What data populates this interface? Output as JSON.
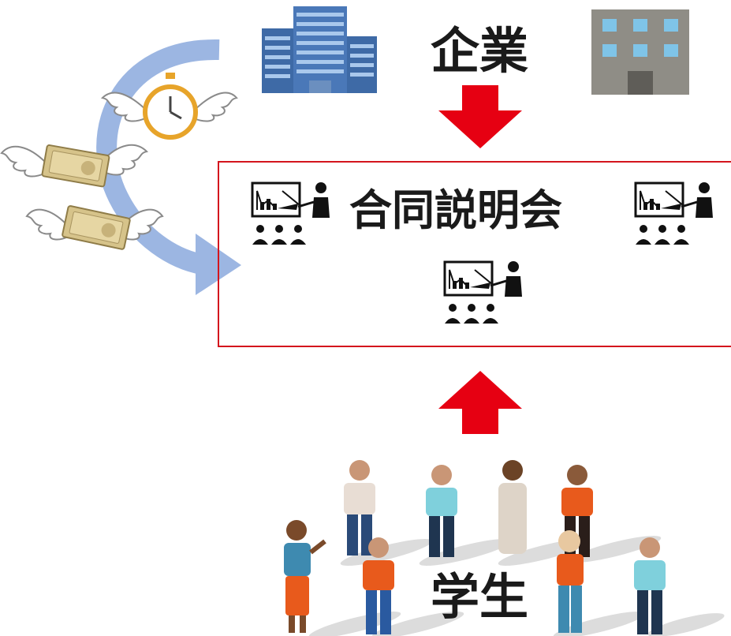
{
  "diagram": {
    "top_label": "企業",
    "center_label": "合同説明会",
    "bottom_label": "学生"
  },
  "colors": {
    "arrow_red": "#e60012",
    "box_border": "#d4151d",
    "cycle_arrow_blue": "#9cb6e2"
  },
  "icons": [
    "office-building-icon",
    "gray-building-icon",
    "flying-clock-icon",
    "flying-money-icon",
    "presentation-icon",
    "student-figure-icon"
  ]
}
